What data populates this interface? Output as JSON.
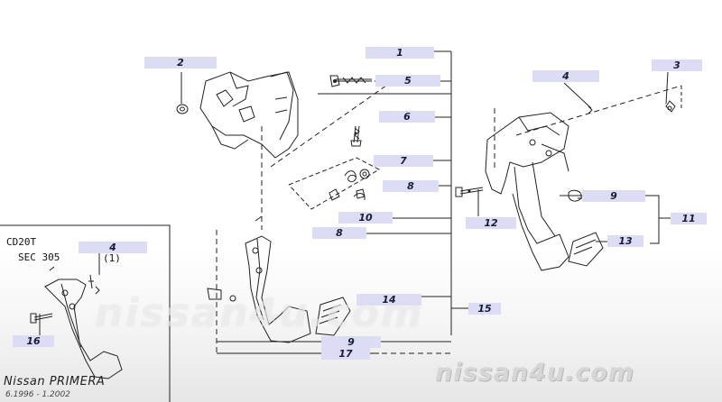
{
  "callouts": [
    "1",
    "2",
    "3",
    "4",
    "5",
    "6",
    "7",
    "8",
    "8",
    "9",
    "9",
    "10",
    "11",
    "12",
    "13",
    "14",
    "15",
    "16",
    "17",
    "4"
  ],
  "inset": {
    "engine": "CD20T",
    "section": "SEC 305",
    "qty": "(1)"
  },
  "branding": {
    "model": "Nissan PRIMERA",
    "dates": "6.1996 - 1.2002"
  },
  "watermark": {
    "large": "nissan4u.com",
    "small": "nissan4u.com"
  },
  "colors": {
    "callout_fill": "#dcdcf4",
    "callout_text": "#1a1a3a",
    "line": "#222222"
  }
}
